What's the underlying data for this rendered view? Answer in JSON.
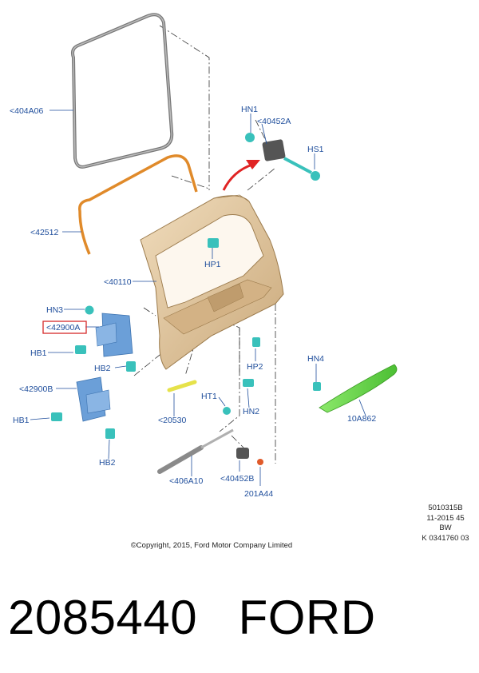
{
  "labels": {
    "seal": "<404A06",
    "hn1": "HN1",
    "bracket_a": "<40452A",
    "hs1": "HS1",
    "weatherstrip": "<42512",
    "hp1": "HP1",
    "gate": "<40110",
    "hn3": "HN3",
    "hinge_a": "<42900A",
    "hb1_top": "HB1",
    "hb2_top": "HB2",
    "hp2": "HP2",
    "hn4": "HN4",
    "hinge_b": "<42900B",
    "ht1": "HT1",
    "hn2": "HN2",
    "spoiler": "10A862",
    "hb1_bottom": "HB1",
    "bumper": "<20530",
    "hb2_bottom": "HB2",
    "strut": "<406A10",
    "bracket_b": "<40452B",
    "clip": "201A44"
  },
  "info": {
    "line1": "5010315B",
    "line2": "11-2015 45",
    "line3": "BW",
    "line4": "K 0341760 03"
  },
  "copyright": "©Copyright, 2015, Ford Motor Company Limited",
  "footer": "2085440   FORD",
  "colors": {
    "label": "#1f4e9c",
    "highlight_box": "#d62a2a",
    "gate_body": "#e3c89f",
    "hinge": "#6b9fd8",
    "fastener": "#39c1bb",
    "spoiler": "#6fd64f",
    "weatherstrip": "#e08a2a",
    "arrow": "#e02323"
  }
}
